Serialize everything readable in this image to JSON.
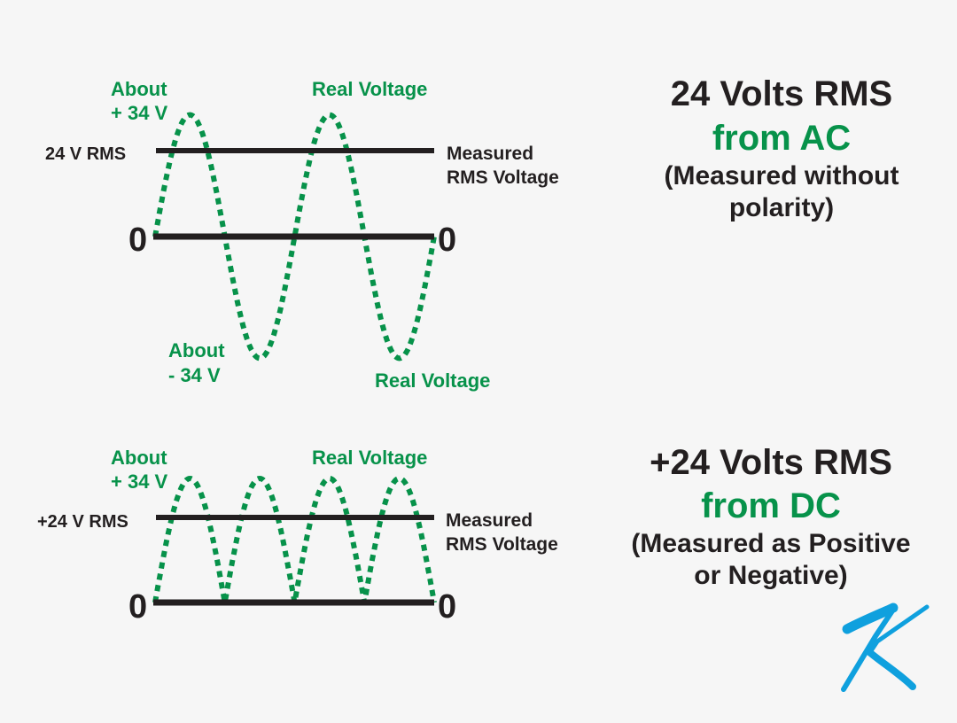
{
  "colors": {
    "green": "#07924a",
    "dark": "#231f20",
    "logo": "#0fa0de",
    "background": "#f6f6f6"
  },
  "ac": {
    "peak_label_1": "About",
    "peak_label_2": "+ 34 V",
    "peak_label_right": "Real Voltage",
    "trough_label_1": "About",
    "trough_label_2": "- 34 V",
    "trough_label_right": "Real Voltage",
    "rms_label": "24 V RMS",
    "measured_1": "Measured",
    "measured_2": "RMS Voltage",
    "zero_left": "0",
    "zero_right": "0",
    "title_1": "24 Volts RMS",
    "title_2": "from AC",
    "title_3": "(Measured without",
    "title_4": "polarity)",
    "peak_value": 34,
    "rms_value": 24,
    "cycles": 2
  },
  "dc": {
    "peak_label_1": "About",
    "peak_label_2": "+ 34 V",
    "peak_label_right": "Real Voltage",
    "rms_label": "+24 V RMS",
    "measured_1": "Measured",
    "measured_2": "RMS Voltage",
    "zero_left": "0",
    "zero_right": "0",
    "title_1": "+24 Volts RMS",
    "title_2": "from DC",
    "title_3": "(Measured as Positive",
    "title_4": "or Negative)",
    "peak_value": 34,
    "rms_value": 24,
    "humps": 4
  },
  "logo": {
    "letter": "K"
  }
}
